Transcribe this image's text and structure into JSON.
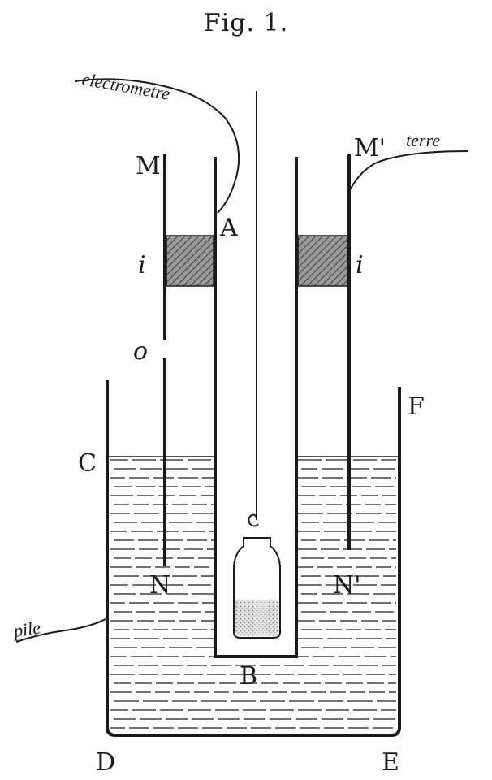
{
  "figure": {
    "title": "Fig. 1.",
    "labels": {
      "M": "M",
      "M_prime": "M'",
      "A": "A",
      "i_left": "i",
      "i_right": "i",
      "o": "o",
      "C": "C",
      "F": "F",
      "N": "N",
      "N_prime": "N'",
      "B": "B",
      "D": "D",
      "E": "E",
      "electrometre": "electrometre",
      "terre": "terre",
      "pile": "pile"
    }
  },
  "colors": {
    "ink": "#1a1a1a",
    "paper": "#ffffff"
  }
}
